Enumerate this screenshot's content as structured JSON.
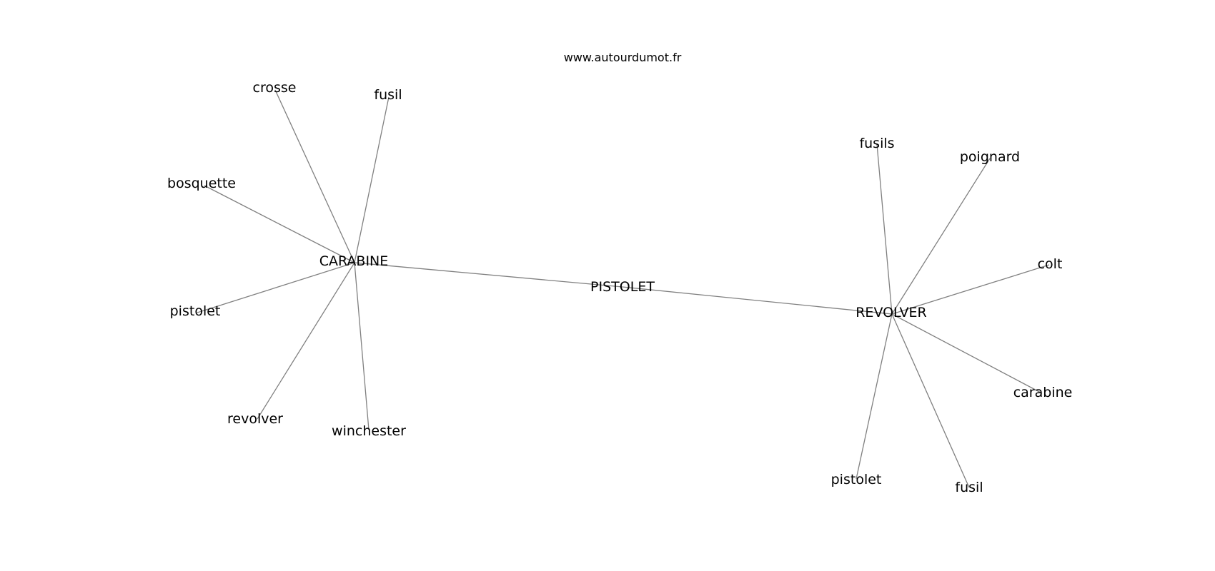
{
  "source": "www.autourdumot.fr",
  "graph": {
    "center": "PISTOLET",
    "hubs": [
      {
        "label": "CARABINE",
        "neighbors": [
          "crosse",
          "fusil",
          "bosquette",
          "pistolet",
          "revolver",
          "winchester"
        ]
      },
      {
        "label": "REVOLVER",
        "neighbors": [
          "fusils",
          "poignard",
          "colt",
          "carabine",
          "fusil",
          "pistolet"
        ]
      }
    ],
    "edge_color": "#808080",
    "label_color": "#000000"
  }
}
